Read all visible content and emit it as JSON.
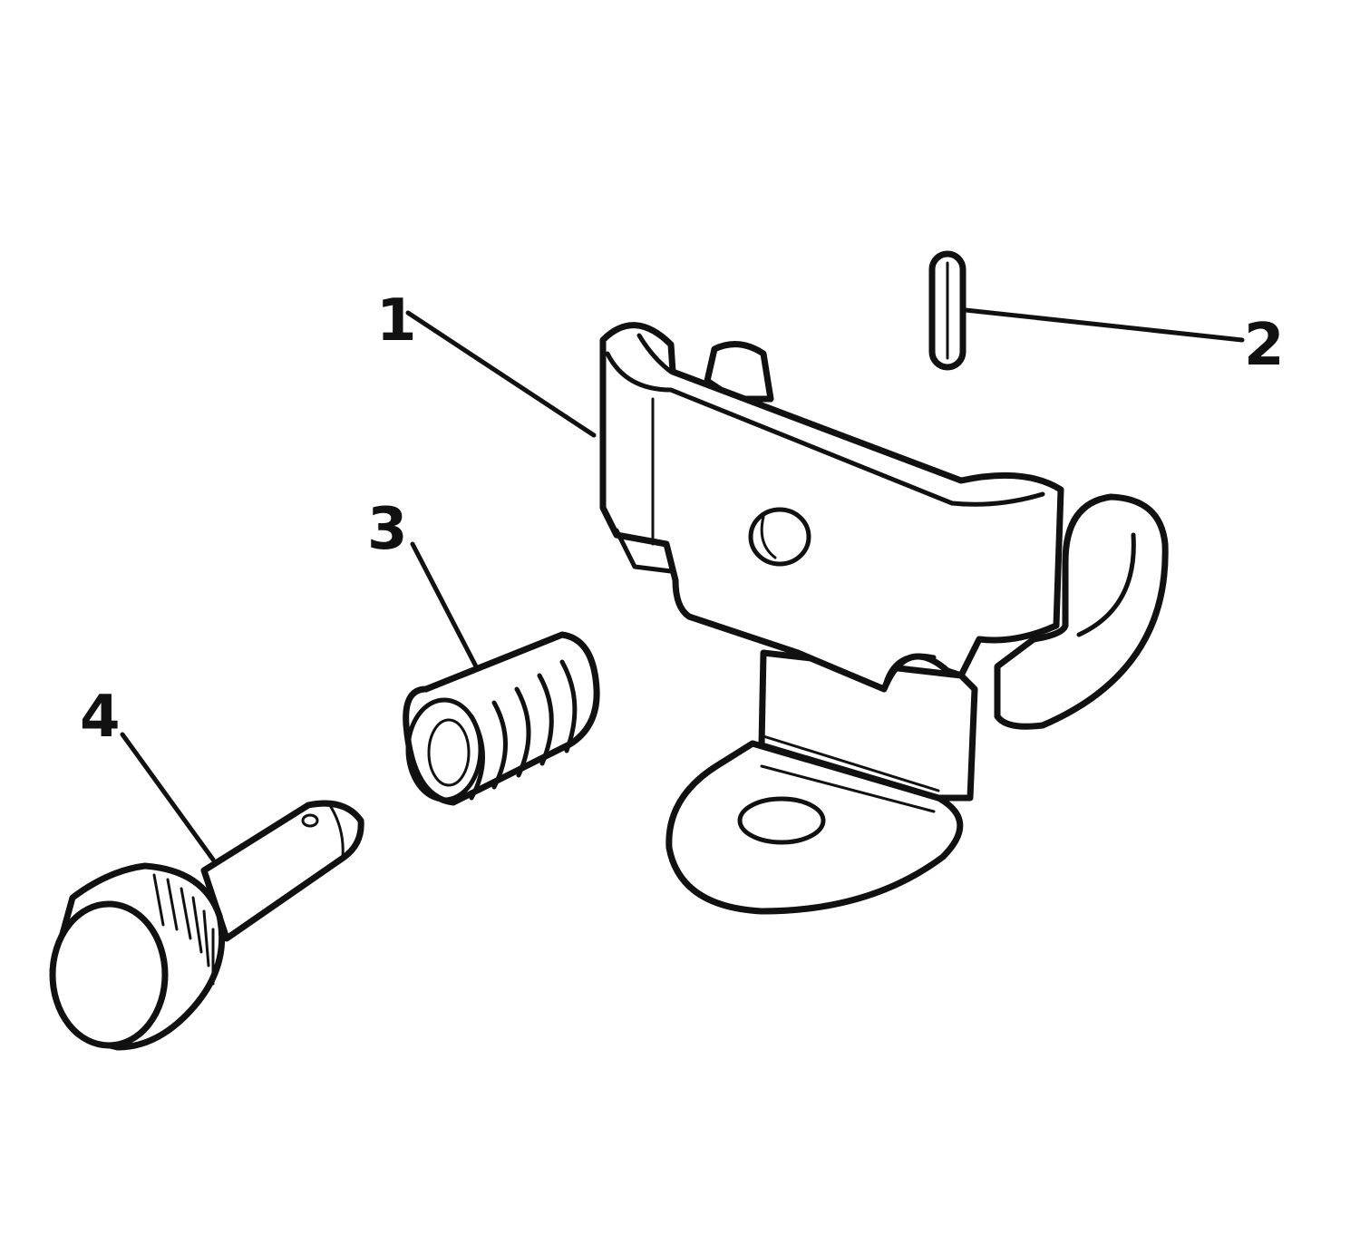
{
  "callouts": {
    "part1": "1",
    "part2": "2",
    "part3": "3",
    "part4": "4"
  },
  "colors": {
    "ink": "#111111",
    "paper": "#ffffff"
  }
}
